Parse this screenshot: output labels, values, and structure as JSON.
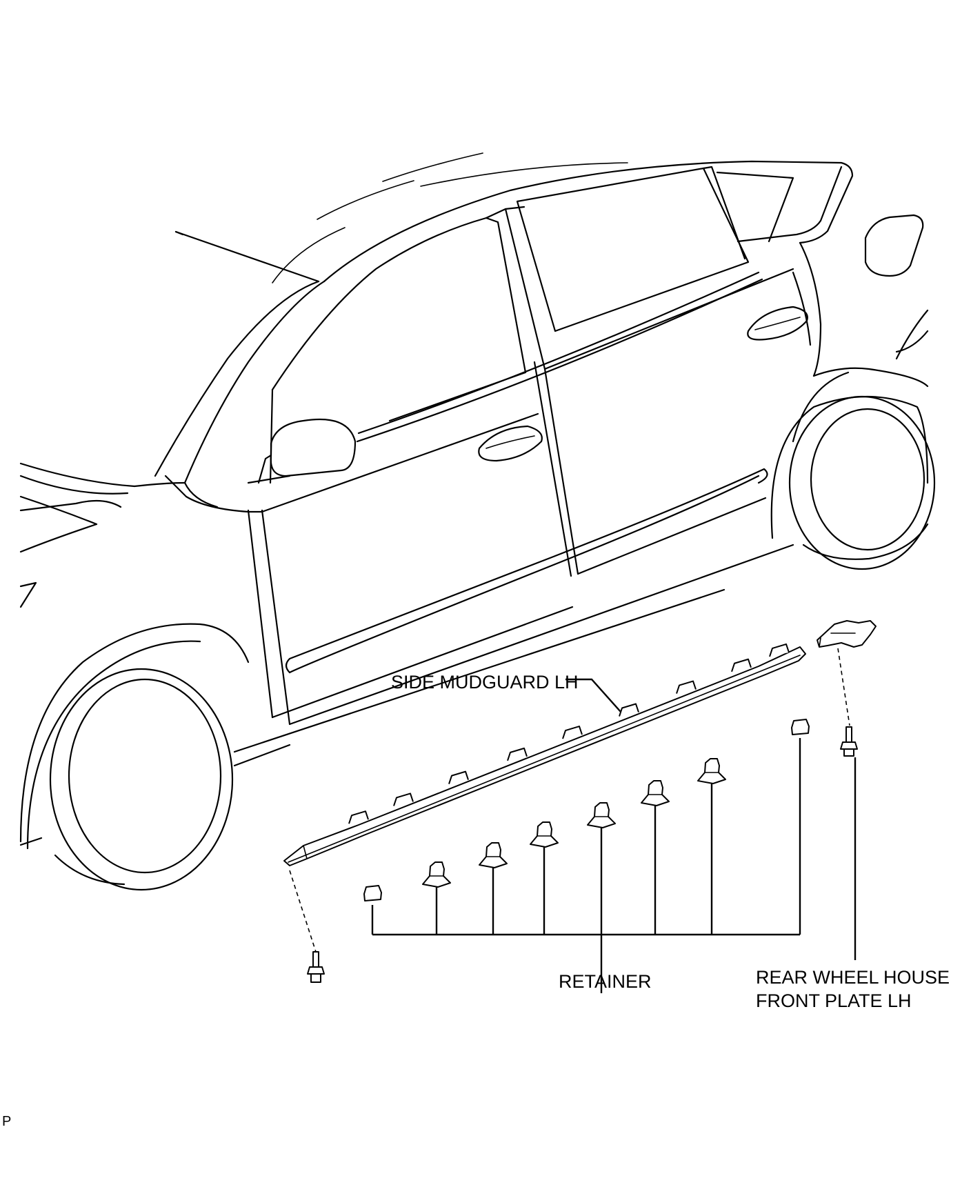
{
  "labels": {
    "side_mudguard": "SIDE MUDGUARD LH",
    "retainer": "RETAINER",
    "rear_wheel_house_line1": "REAR WHEEL HOUSE",
    "rear_wheel_house_line2": "FRONT PLATE LH",
    "corner_code": "P"
  },
  "retainer_count": 9
}
